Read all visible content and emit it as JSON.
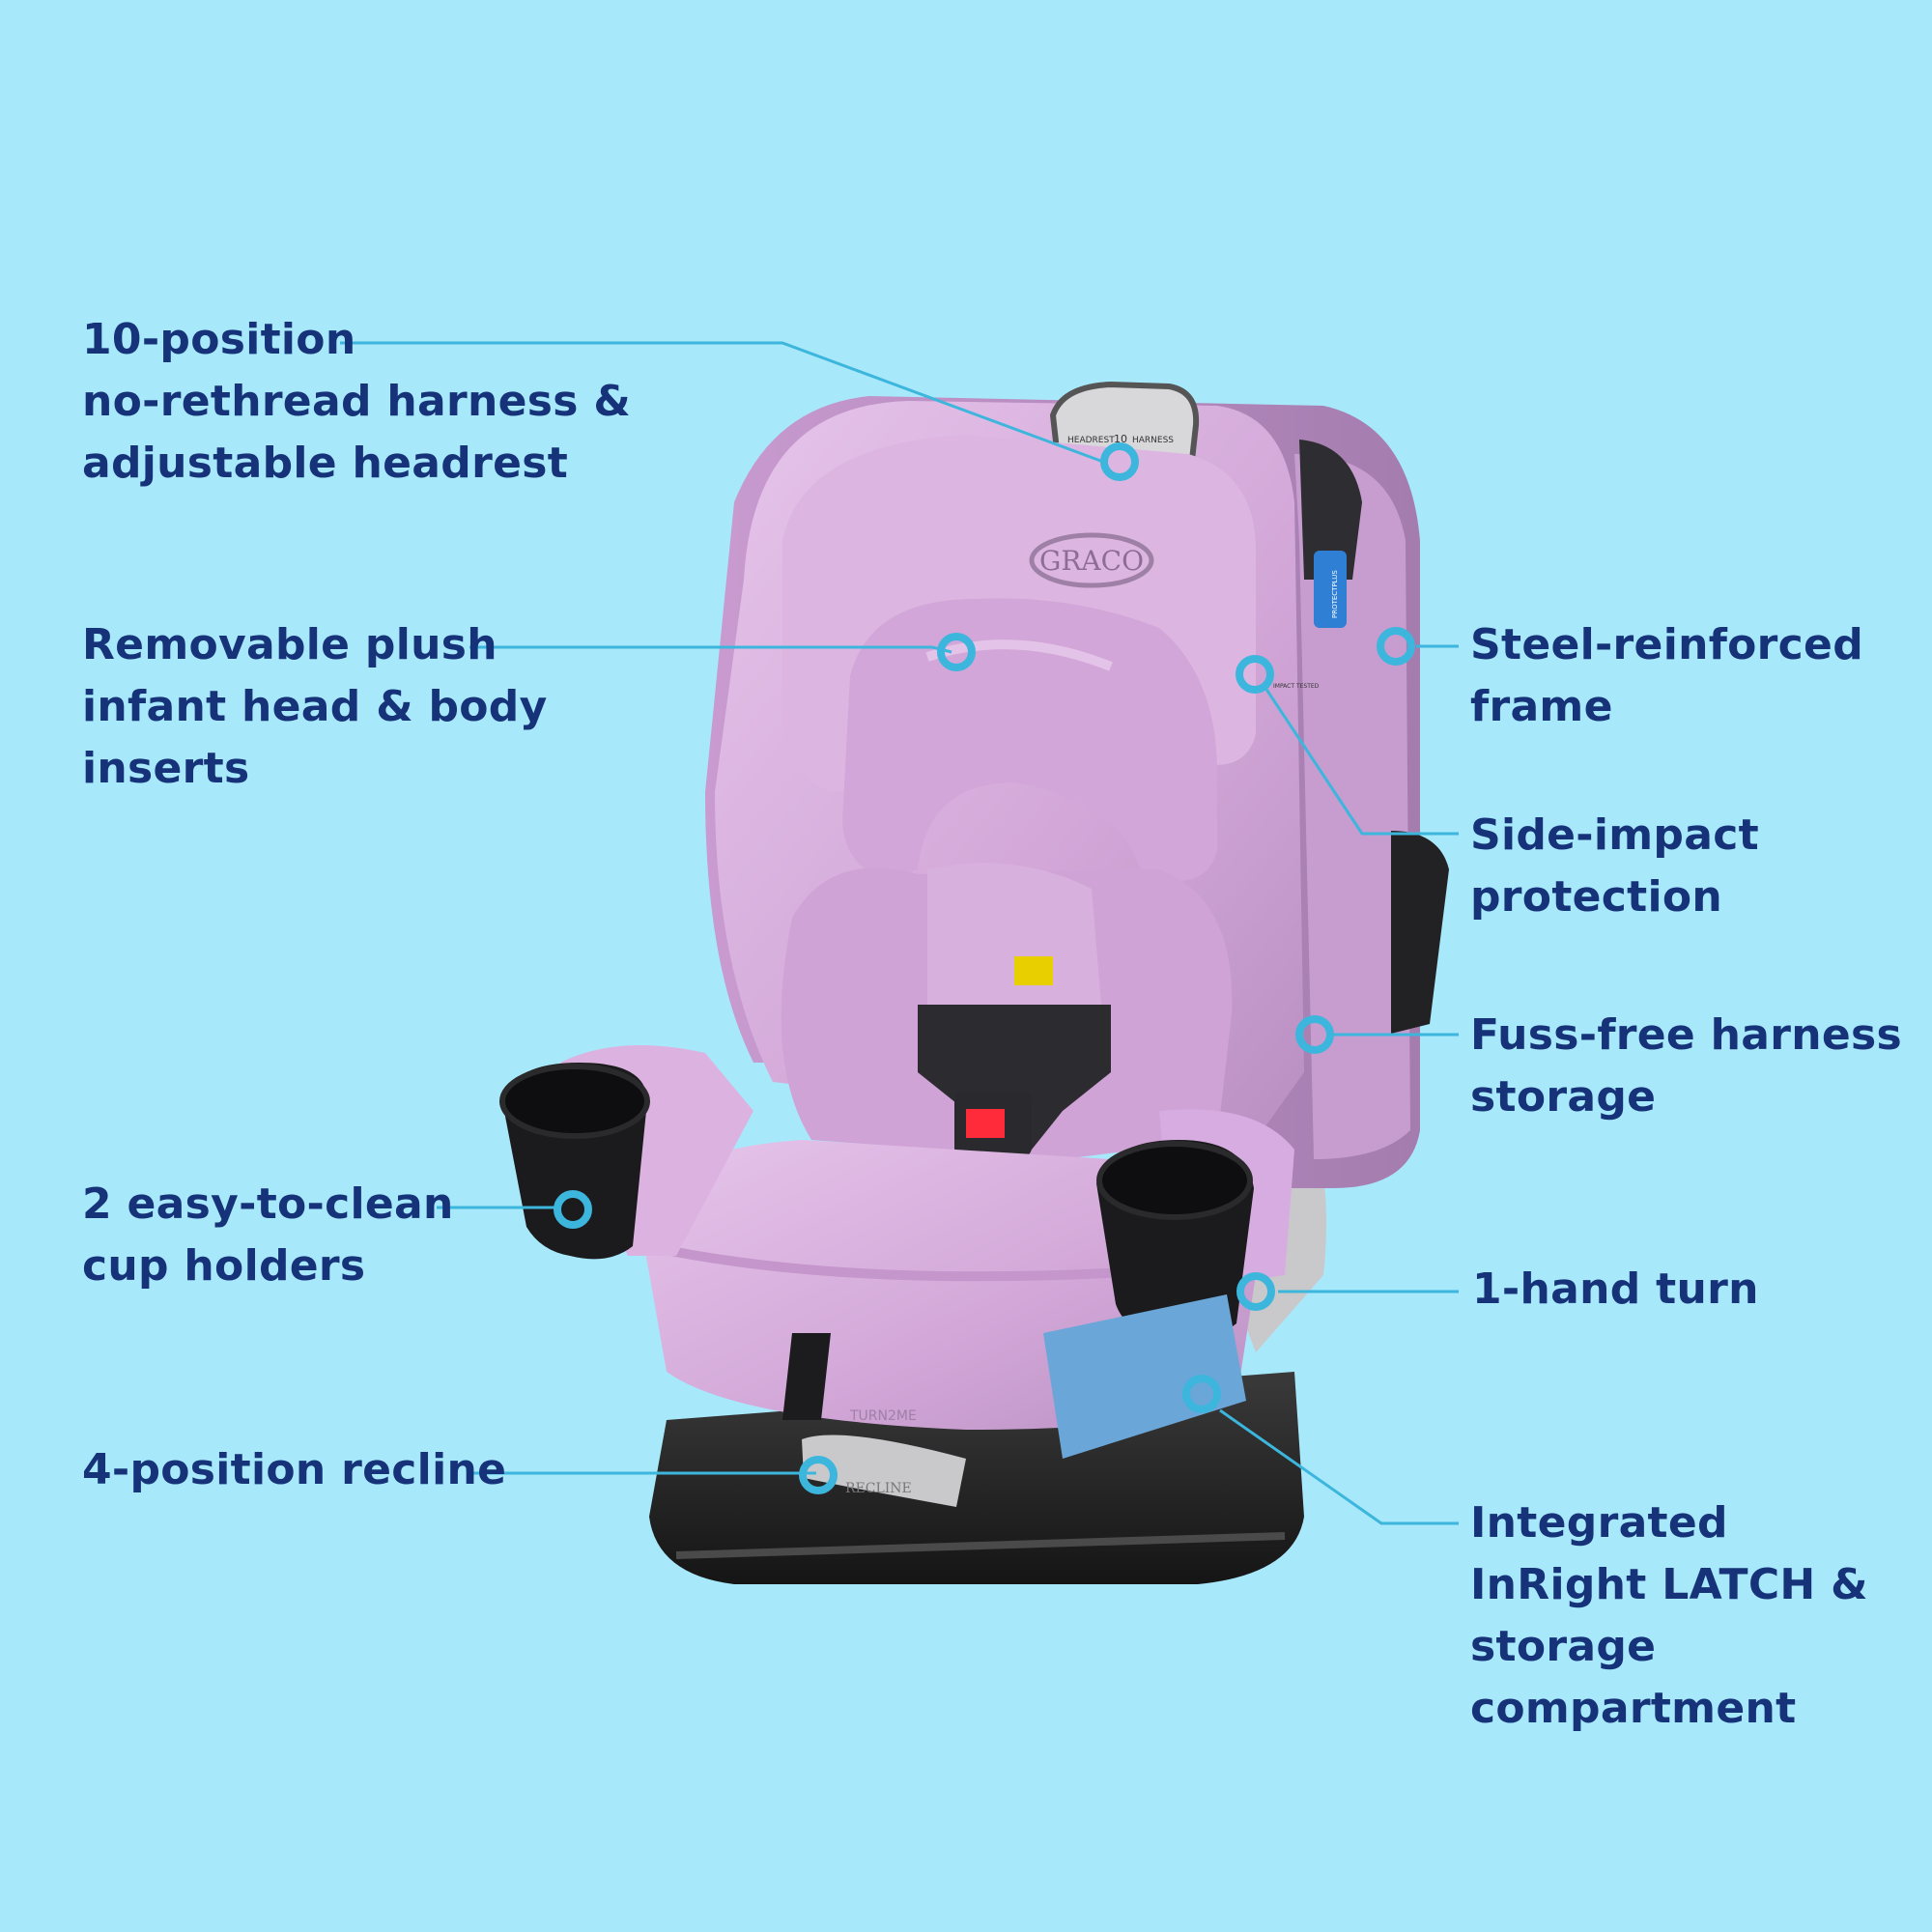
{
  "product": {
    "brand_logo_text": "GRACO",
    "seat_label_headrest": "HEADREST",
    "seat_label_harness": "HARNESS",
    "seat_label_number": "10",
    "recline_handle_label": "RECLINE",
    "model_mark": "TURN2ME",
    "badge_text": "PROTECTPLUS",
    "side_impact_badge": "IMPACT TESTED"
  },
  "colors": {
    "background": "#a8e8fb",
    "text": "#16337a",
    "callout_line": "#3cb6dc",
    "seat_fabric": "#d7aedc",
    "base": "#222222"
  },
  "callouts": [
    {
      "id": "harness",
      "lines": [
        "10-position",
        "no-rethread harness &",
        "adjustable headrest"
      ]
    },
    {
      "id": "inserts",
      "lines": [
        "Removable plush",
        "infant head & body",
        "inserts"
      ]
    },
    {
      "id": "cupholders",
      "lines": [
        "2 easy-to-clean",
        "cup holders"
      ]
    },
    {
      "id": "recline",
      "lines": [
        "4-position recline"
      ]
    },
    {
      "id": "frame",
      "lines": [
        "Steel-reinforced",
        "frame"
      ]
    },
    {
      "id": "side-impact",
      "lines": [
        "Side-impact",
        "protection"
      ]
    },
    {
      "id": "harness-storage",
      "lines": [
        "Fuss-free harness",
        "storage"
      ]
    },
    {
      "id": "turn",
      "lines": [
        "1-hand turn"
      ]
    },
    {
      "id": "latch",
      "lines": [
        "Integrated",
        "InRight LATCH &",
        "storage",
        "compartment"
      ]
    }
  ]
}
